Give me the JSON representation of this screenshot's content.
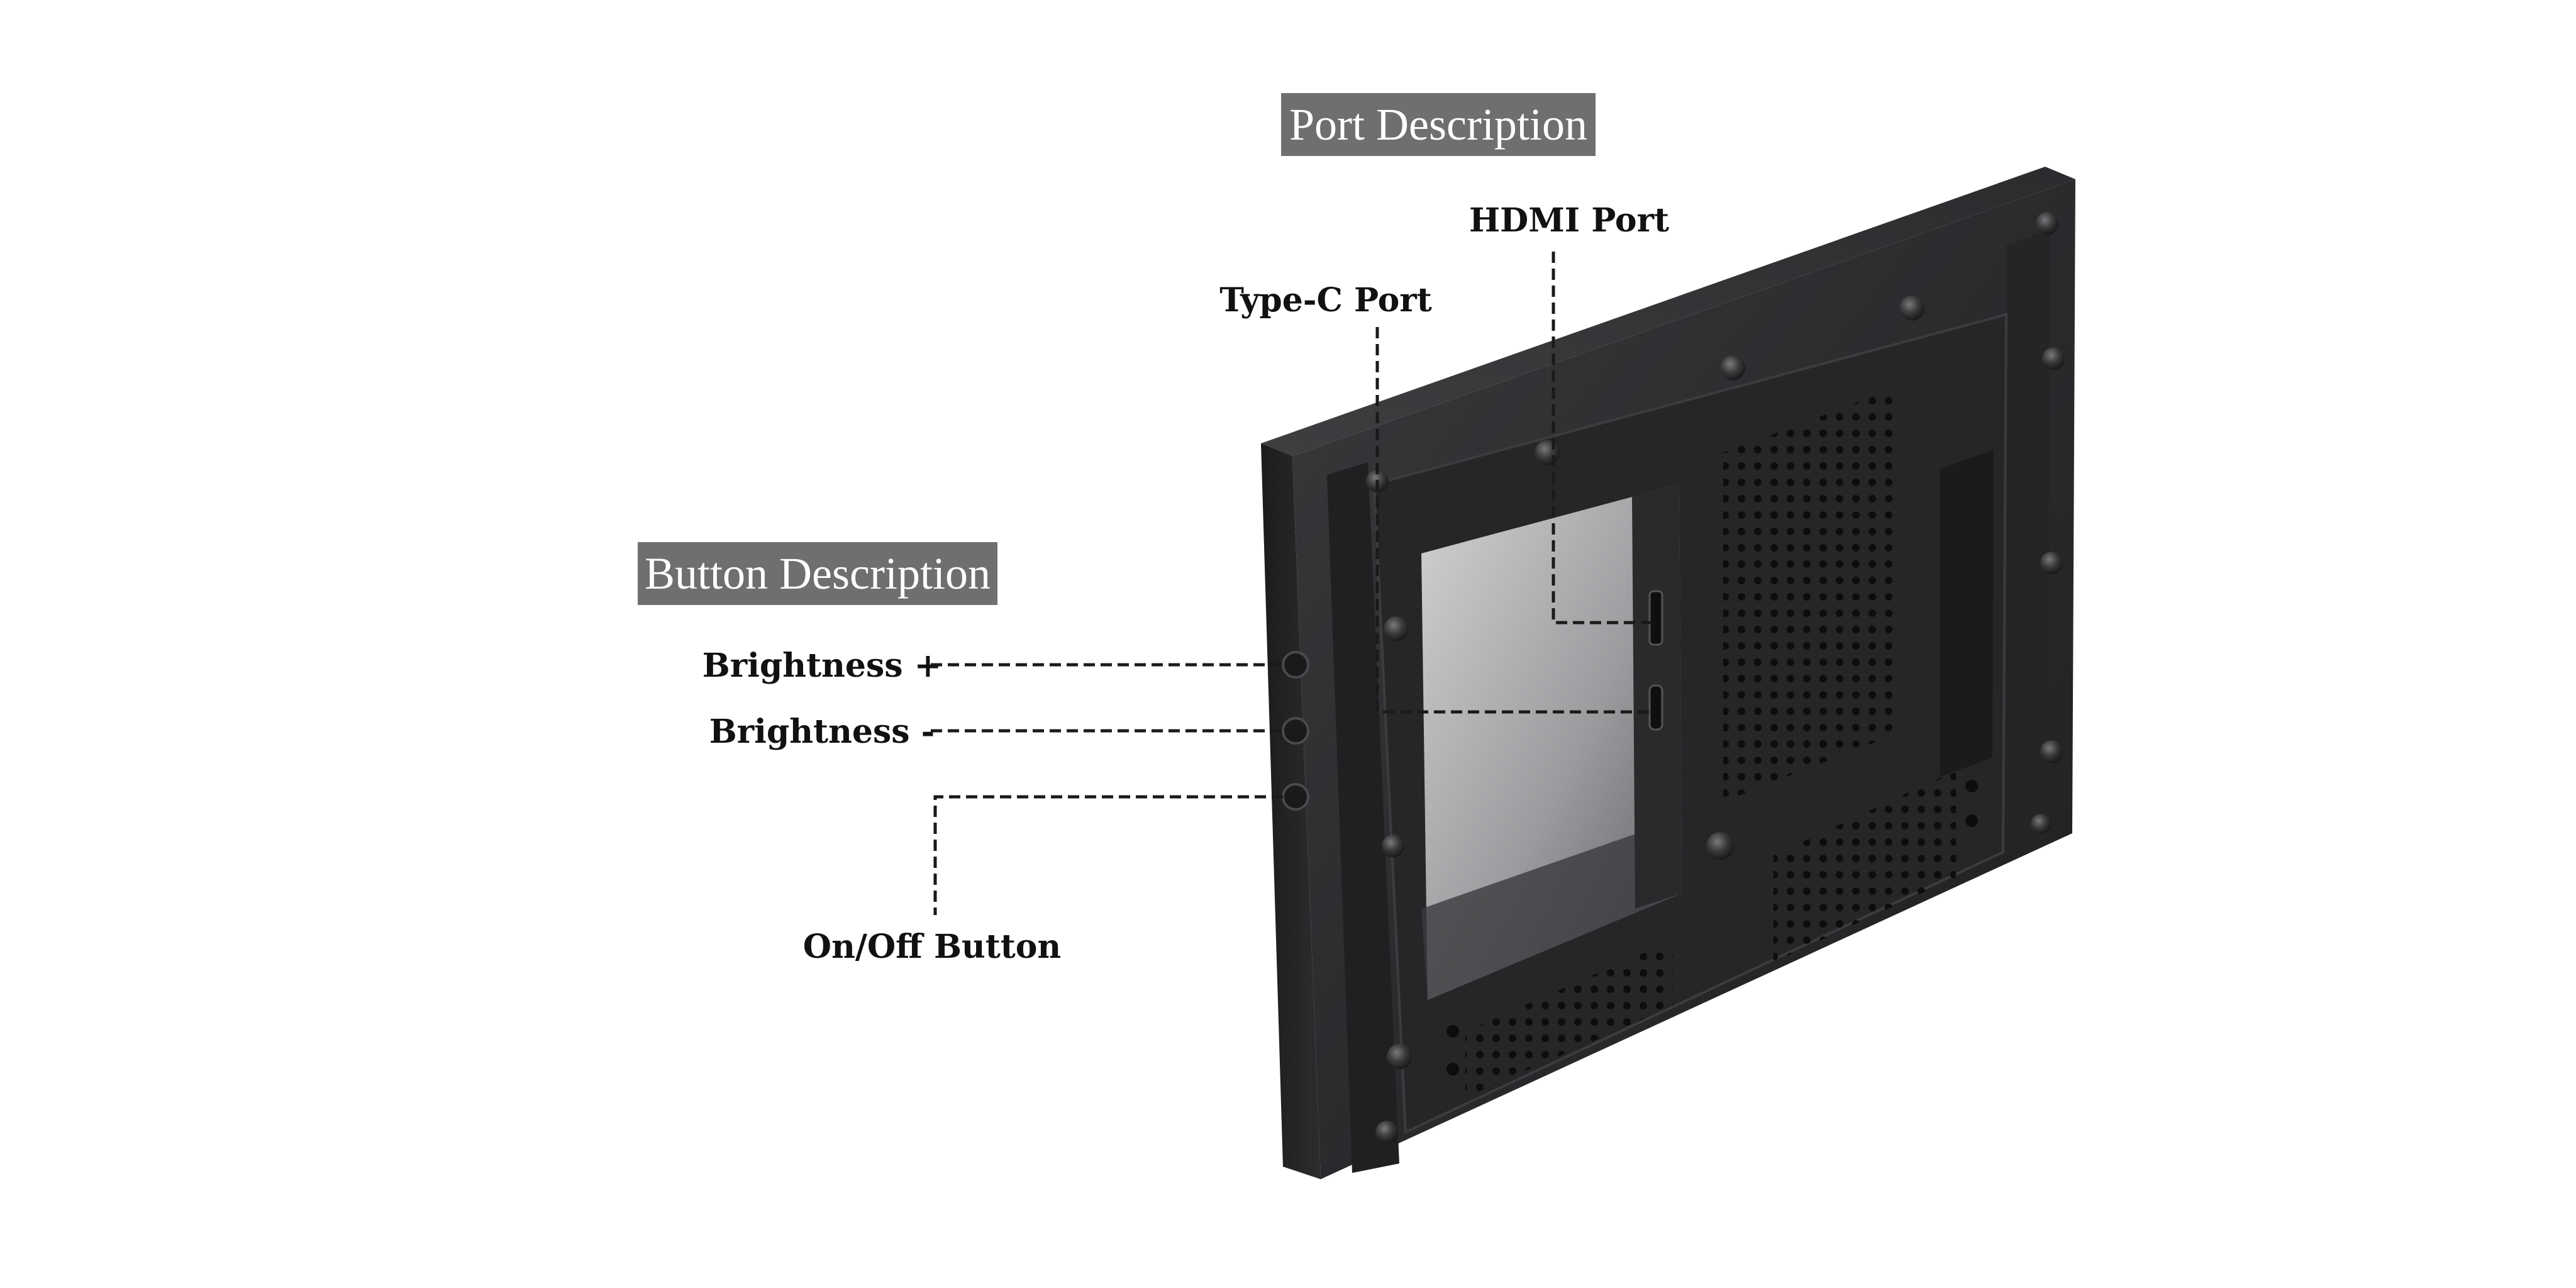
{
  "port_section": {
    "title": "Port Description",
    "labels": {
      "hdmi": "HDMI Port",
      "type_c": "Type-C Port"
    }
  },
  "button_section": {
    "title": "Button Description",
    "labels": {
      "brightness_up": "Brightness +",
      "brightness_down": "Brightness -",
      "power": "On/Off Button"
    }
  },
  "colors": {
    "title_box": "#6f6f6f",
    "title_text": "#ffffff",
    "label_text": "#111111",
    "leader_line": "#1a1a1a",
    "device_body": "#2a2a2c",
    "device_edge": "#1e1e20",
    "background": "#ffffff"
  },
  "icons": [
    "screw-icon",
    "port-icon",
    "button-icon",
    "vent-hole-icon"
  ]
}
